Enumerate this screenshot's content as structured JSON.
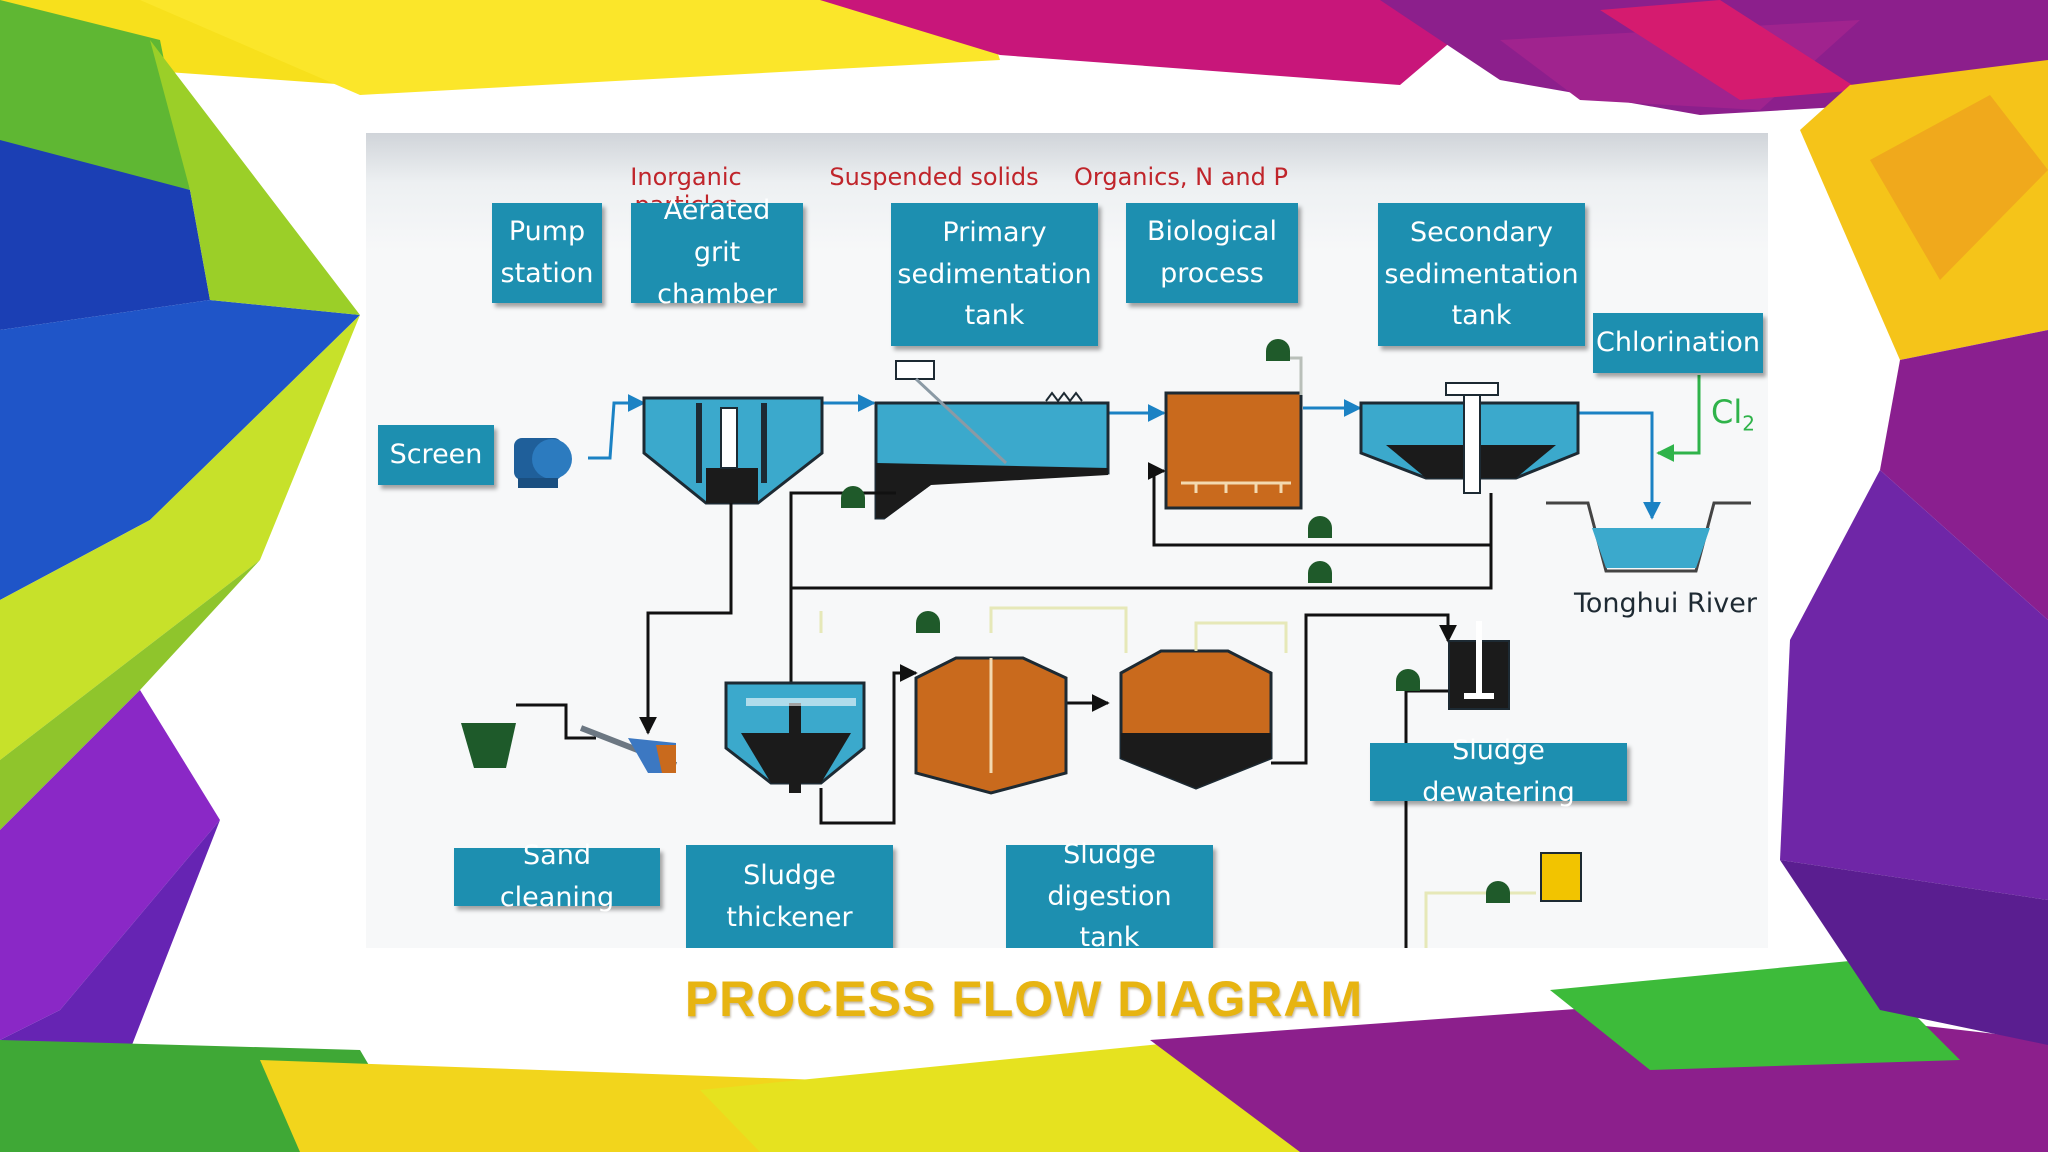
{
  "title": "PROCESS FLOW DIAGRAM",
  "category_labels": {
    "inorganic": "Inorganic particles",
    "suspended": "Suspended solids",
    "organics": "Organics, N and P"
  },
  "stages": {
    "pump_station": "Pump\nstation",
    "aerated_grit": "Aerated grit\nchamber",
    "primary_sed": "Primary\nsedimentation\ntank",
    "biological": "Biological\nprocess",
    "secondary_sed": "Secondary\nsedimentation\ntank",
    "chlorination": "Chlorination",
    "screen": "Screen",
    "sludge_dewatering": "Sludge dewatering",
    "sand_cleaning": "Sand cleaning",
    "sludge_thickener": "Sludge\nthickener",
    "sludge_digestion": "Sludge\ndigestion tank"
  },
  "outlet": "Tonghui River",
  "chemical": {
    "symbol": "Cl",
    "subscript": "2"
  },
  "colors": {
    "box_fill": "#1d8fb0",
    "label_red": "#c0252b",
    "title_gold": "#e7b411",
    "water": "#3ba9cc",
    "sludge_brown": "#c96a1d",
    "chlorine_green": "#2fb34a"
  }
}
